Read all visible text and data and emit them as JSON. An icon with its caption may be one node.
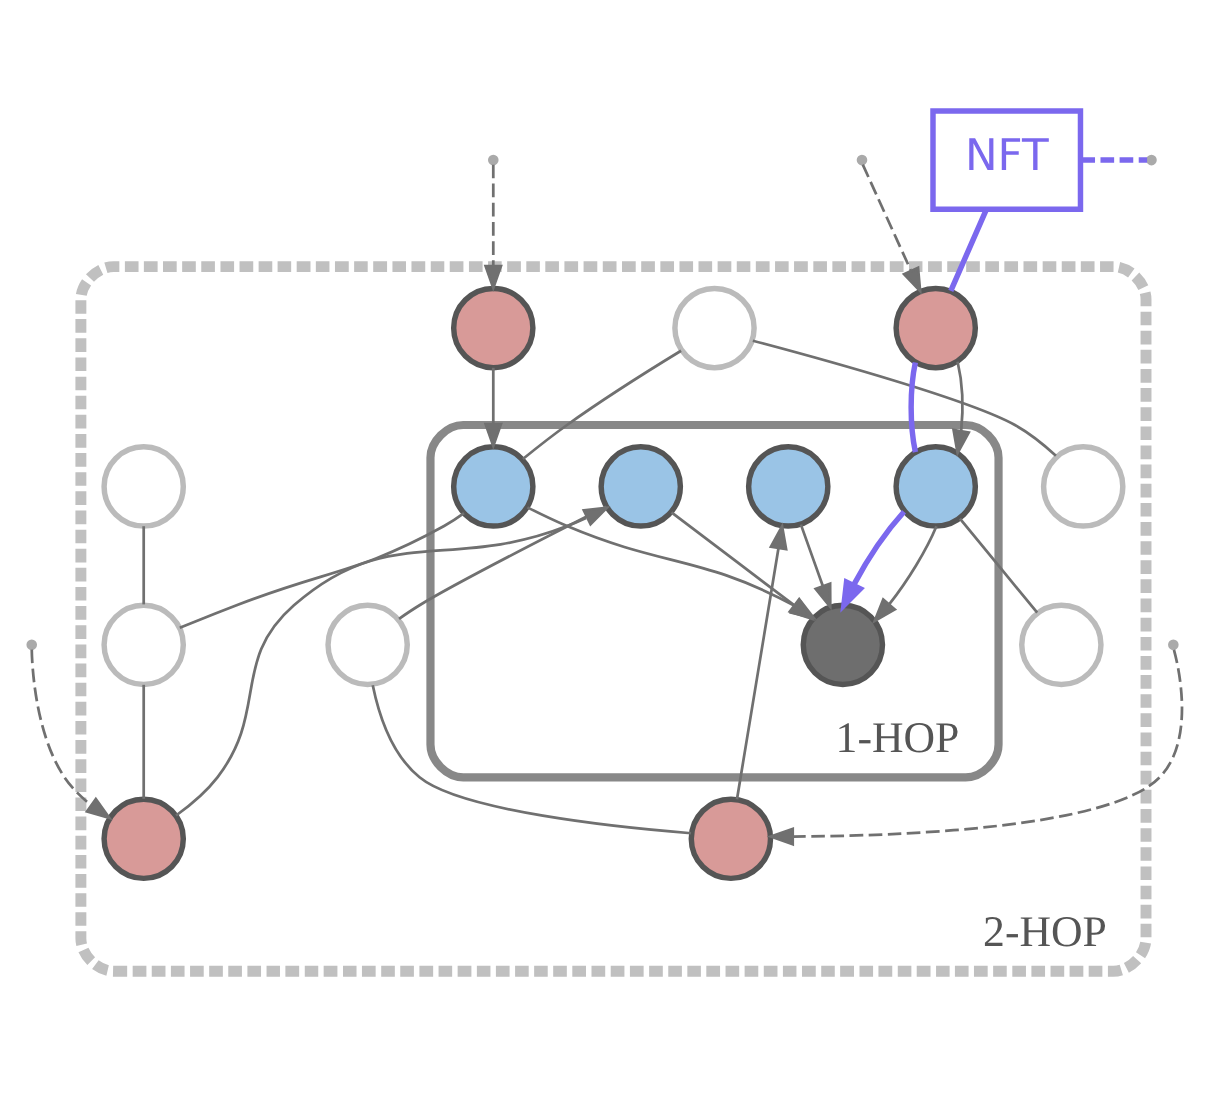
{
  "diagram": {
    "nodes": [
      {
        "text": [
          "2-HOP"
        ]
      },
      {
        "text": [
          "1-HOP"
        ],
        "in": 0
      },
      {
        "text": [],
        "shape": "circle",
        "in": 0
      },
      {
        "text": [],
        "shape": "circle",
        "in": 0
      },
      {
        "text": [],
        "shape": "circle",
        "in": 0
      },
      {
        "text": [],
        "shape": "circle",
        "in": 1
      },
      {
        "text": [
          "NFT"
        ]
      },
      {
        "text": [],
        "shape": "circle",
        "in": 0
      },
      {
        "text": [],
        "shape": "circle",
        "in": 1
      },
      {
        "text": [],
        "shape": "circle",
        "in": 0
      },
      {
        "text": [],
        "shape": "circle",
        "in": 1
      },
      {
        "text": [],
        "shape": "circle",
        "in": 0
      },
      {
        "text": [],
        "shape": "circle",
        "in": 1
      },
      {
        "text": [],
        "shape": "circle",
        "in": 1
      },
      {
        "text": [],
        "shape": "circle",
        "in": 0
      },
      {
        "text": [],
        "shape": "circle",
        "in": 0
      },
      {
        "text": [],
        "shape": "circle",
        "in": 0
      },
      {
        "text": [],
        "shape": "circle",
        "in": 0
      }
    ],
    "edges": [
      {
        "from": 2,
        "to": 3,
        "arrow": "none"
      },
      {
        "from": null,
        "to": 4,
        "arrow": "to",
        "style": "dashed"
      },
      {
        "from": 4,
        "to": 5,
        "arrow": "to"
      },
      {
        "from": 2,
        "to": 5,
        "arrow": "none"
      },
      {
        "from": 5,
        "to": 10,
        "arrow": "to"
      },
      {
        "from": 5,
        "to": 11,
        "arrow": "none"
      },
      {
        "from": 6,
        "to": null,
        "arrow": "none",
        "style": "dashed",
        "color": "#7b68ee"
      },
      {
        "from": 6,
        "to": 7,
        "arrow": "none",
        "color": "#7b68ee"
      },
      {
        "from": 7,
        "to": 8,
        "arrow": "none",
        "color": "#7b68ee"
      },
      {
        "from": 8,
        "to": 10,
        "arrow": "to",
        "color": "#7b68ee"
      },
      {
        "from": null,
        "to": 7,
        "arrow": "to",
        "style": "dashed"
      },
      {
        "from": 7,
        "to": 8,
        "arrow": "to"
      },
      {
        "from": 8,
        "to": 10,
        "arrow": "to"
      },
      {
        "from": 8,
        "to": 14,
        "arrow": "none"
      },
      {
        "from": 9,
        "to": 11,
        "arrow": "none"
      },
      {
        "from": 11,
        "to": 15,
        "arrow": "none"
      },
      {
        "from": 15,
        "to": 12,
        "arrow": "to"
      },
      {
        "from": 12,
        "to": 10,
        "arrow": "to"
      },
      {
        "from": 12,
        "to": 16,
        "arrow": "none"
      },
      {
        "from": 16,
        "to": 17,
        "arrow": "none"
      },
      {
        "from": 17,
        "to": 13,
        "arrow": "to"
      },
      {
        "from": 13,
        "to": 10,
        "arrow": "to"
      },
      {
        "from": null,
        "to": 15,
        "arrow": "to",
        "style": "dashed"
      },
      {
        "from": null,
        "to": 17,
        "arrow": "to",
        "style": "dashed"
      }
    ]
  }
}
